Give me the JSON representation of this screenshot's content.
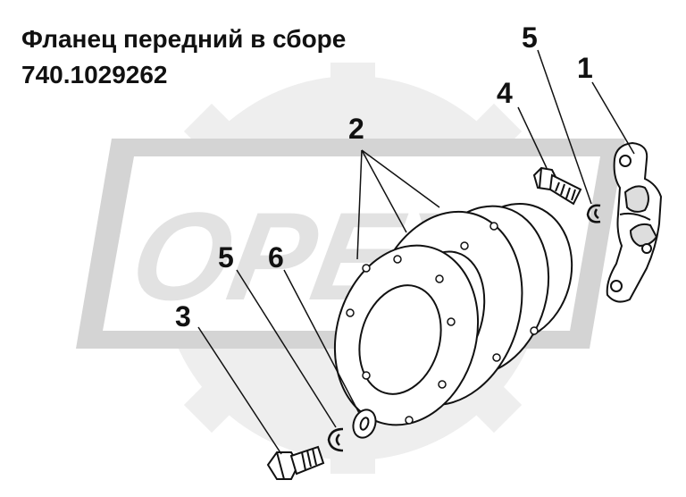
{
  "title": {
    "line1": "Фланец передний в сборе",
    "line2": "740.1029262"
  },
  "watermark": {
    "text": "OPEX",
    "color": "#e2e2e2"
  },
  "callouts": [
    {
      "id": "c1",
      "label": "1"
    },
    {
      "id": "c2",
      "label": "2"
    },
    {
      "id": "c3",
      "label": "3"
    },
    {
      "id": "c4",
      "label": "4"
    },
    {
      "id": "c5a",
      "label": "5"
    },
    {
      "id": "c5b",
      "label": "5"
    },
    {
      "id": "c6",
      "label": "6"
    }
  ],
  "parts": [
    {
      "number": "1",
      "icon": "bracket-icon"
    },
    {
      "number": "2",
      "icon": "flange-icon"
    },
    {
      "number": "3",
      "icon": "bolt-icon"
    },
    {
      "number": "4",
      "icon": "bolt-icon"
    },
    {
      "number": "5",
      "icon": "lock-washer-icon"
    },
    {
      "number": "6",
      "icon": "washer-icon"
    }
  ]
}
